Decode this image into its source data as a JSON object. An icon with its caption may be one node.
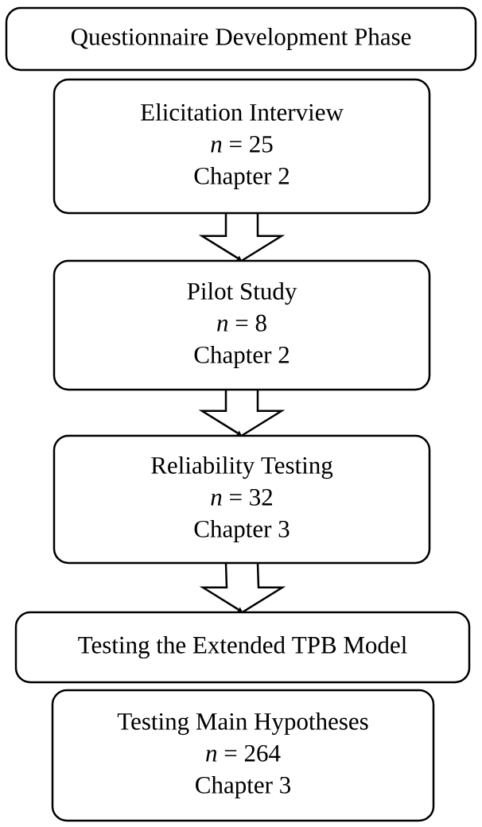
{
  "diagram": {
    "nodes": [
      {
        "text": [
          "Questionnaire Development Phase"
        ]
      },
      {
        "text": [
          "Elicitation Interview",
          "*n* = 25",
          "Chapter 2"
        ]
      },
      {
        "text": [
          "Pilot Study",
          "*n* = 8",
          "Chapter 2"
        ]
      },
      {
        "text": [
          "Reliability  Testing",
          "*n* = 32",
          "Chapter 3"
        ]
      },
      {
        "text": [
          "Testing the Extended TPB Model"
        ]
      },
      {
        "text": [
          "Testing Main Hypotheses",
          "*n* = 264",
          "Chapter 3"
        ]
      }
    ],
    "edges": [
      {
        "from": 1,
        "to": 2,
        "arrow": "to"
      },
      {
        "from": 2,
        "to": 3,
        "arrow": "to"
      },
      {
        "from": 3,
        "to": 4,
        "arrow": "to"
      }
    ]
  }
}
